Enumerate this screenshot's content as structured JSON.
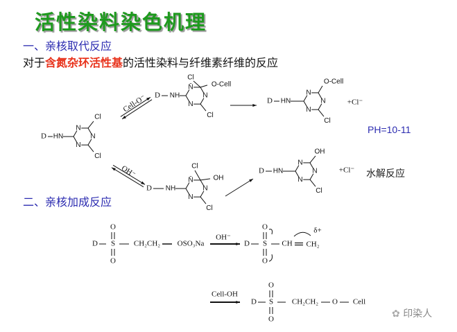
{
  "title": "活性染料染色机理",
  "section1": {
    "heading": "一、亲核取代反应",
    "sentence_prefix": "对于",
    "sentence_highlight": "含氮杂环活性基",
    "sentence_suffix": "的活性染料与纤维素纤维的反应",
    "ph": "PH=10-11",
    "hydrolysis": "水解反应",
    "reagent_cello": "Cell-O⁻",
    "reagent_oh": "OH⁻",
    "plus_cl": "+Cl⁻",
    "atoms": {
      "D": "D",
      "HN": "HN",
      "NH": "NH",
      "N": "N",
      "Nbar": "N̄",
      "Cl": "Cl",
      "OCell": "O-Cell",
      "OH": "OH"
    }
  },
  "section2": {
    "heading": "二、亲核加成反应",
    "reagent_oh": "OH⁻",
    "reagent_cellOH": "Cell-OH",
    "atoms": {
      "D": "D",
      "S": "S",
      "O": "O",
      "CH2CH2": "CH₂CH₂",
      "OSO3Na": "OSO₃Na",
      "CH": "CH",
      "CH2": "CH₂",
      "delta": "δ+",
      "Cell": "Cell"
    }
  },
  "watermark": "印染人",
  "colors": {
    "title": "#1e9a1e",
    "heading": "#2b2bb0",
    "highlight": "#e8331c"
  }
}
